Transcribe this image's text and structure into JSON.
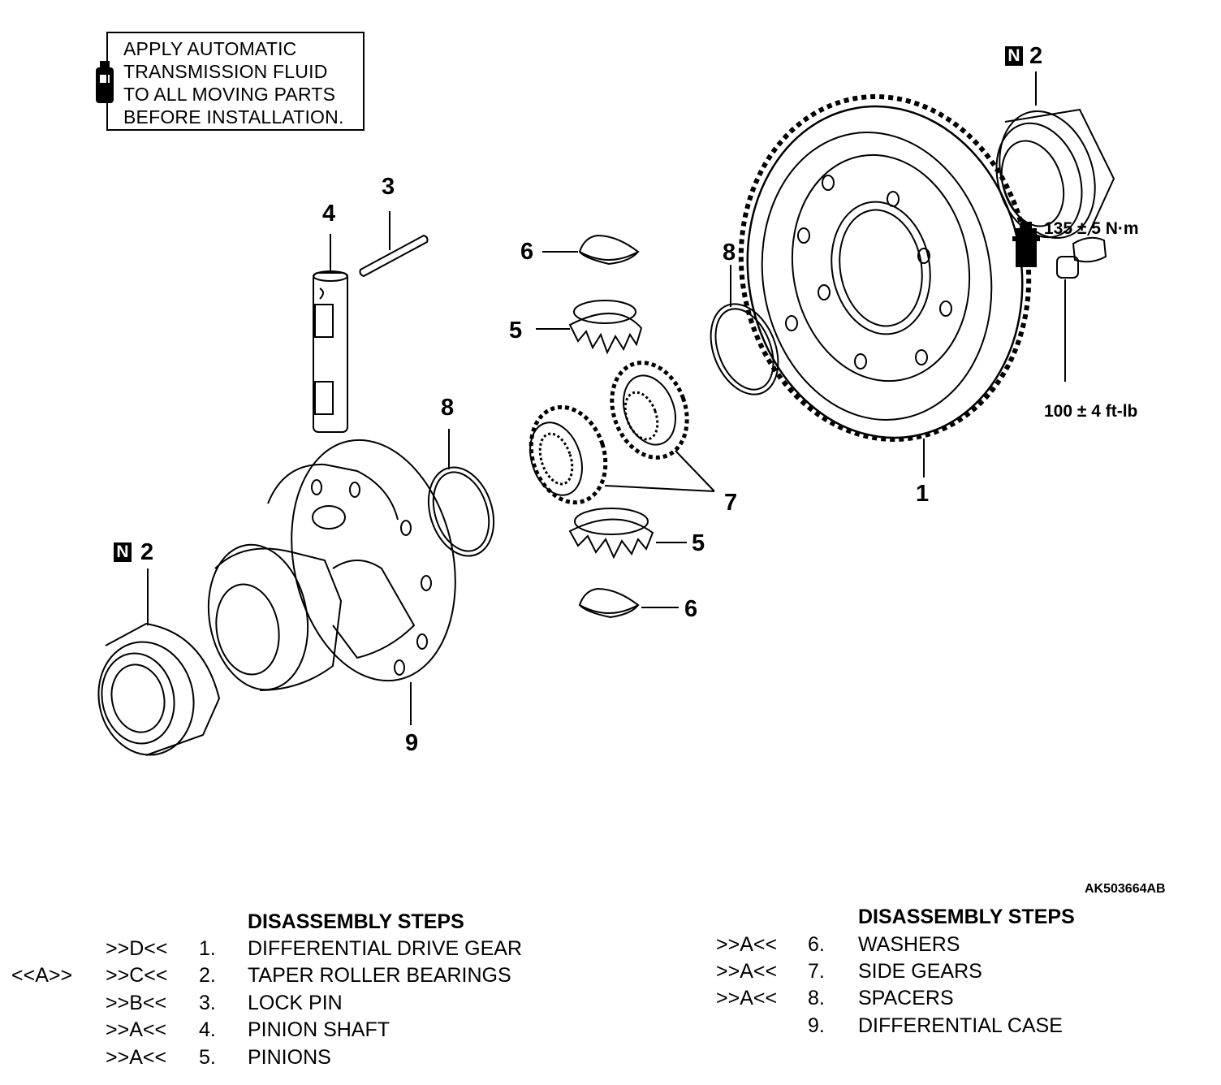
{
  "note": {
    "lines": [
      "APPLY AUTOMATIC",
      "TRANSMISSION FLUID",
      "TO ALL MOVING PARTS",
      "BEFORE INSTALLATION."
    ],
    "icon": "fluid-bottle-icon"
  },
  "callouts": {
    "c1": "1",
    "c2a": "2",
    "c2b": "2",
    "c3": "3",
    "c4": "4",
    "c5a": "5",
    "c5b": "5",
    "c6a": "6",
    "c6b": "6",
    "c7": "7",
    "c8a": "8",
    "c8b": "8",
    "c9": "9"
  },
  "badge": "N",
  "torque": {
    "metric": "135 ± 5 N·m",
    "imperial": "100 ± 4 ft-lb"
  },
  "figure_ref": "AK503664AB",
  "steps_left": {
    "heading": "DISASSEMBLY STEPS",
    "rows": [
      {
        "pre": "",
        "code": ">>D<<",
        "num": "1.",
        "label": "DIFFERENTIAL DRIVE GEAR"
      },
      {
        "pre": "<<A>>",
        "code": ">>C<<",
        "num": "2.",
        "label": "TAPER ROLLER BEARINGS"
      },
      {
        "pre": "",
        "code": ">>B<<",
        "num": "3.",
        "label": "LOCK PIN"
      },
      {
        "pre": "",
        "code": ">>A<<",
        "num": "4.",
        "label": "PINION SHAFT"
      },
      {
        "pre": "",
        "code": ">>A<<",
        "num": "5.",
        "label": "PINIONS"
      }
    ]
  },
  "steps_right": {
    "heading": "DISASSEMBLY STEPS",
    "rows": [
      {
        "code": ">>A<<",
        "num": "6.",
        "label": "WASHERS"
      },
      {
        "code": ">>A<<",
        "num": "7.",
        "label": "SIDE GEARS"
      },
      {
        "code": ">>A<<",
        "num": "8.",
        "label": "SPACERS"
      },
      {
        "code": "",
        "num": "9.",
        "label": "DIFFERENTIAL CASE"
      }
    ]
  }
}
